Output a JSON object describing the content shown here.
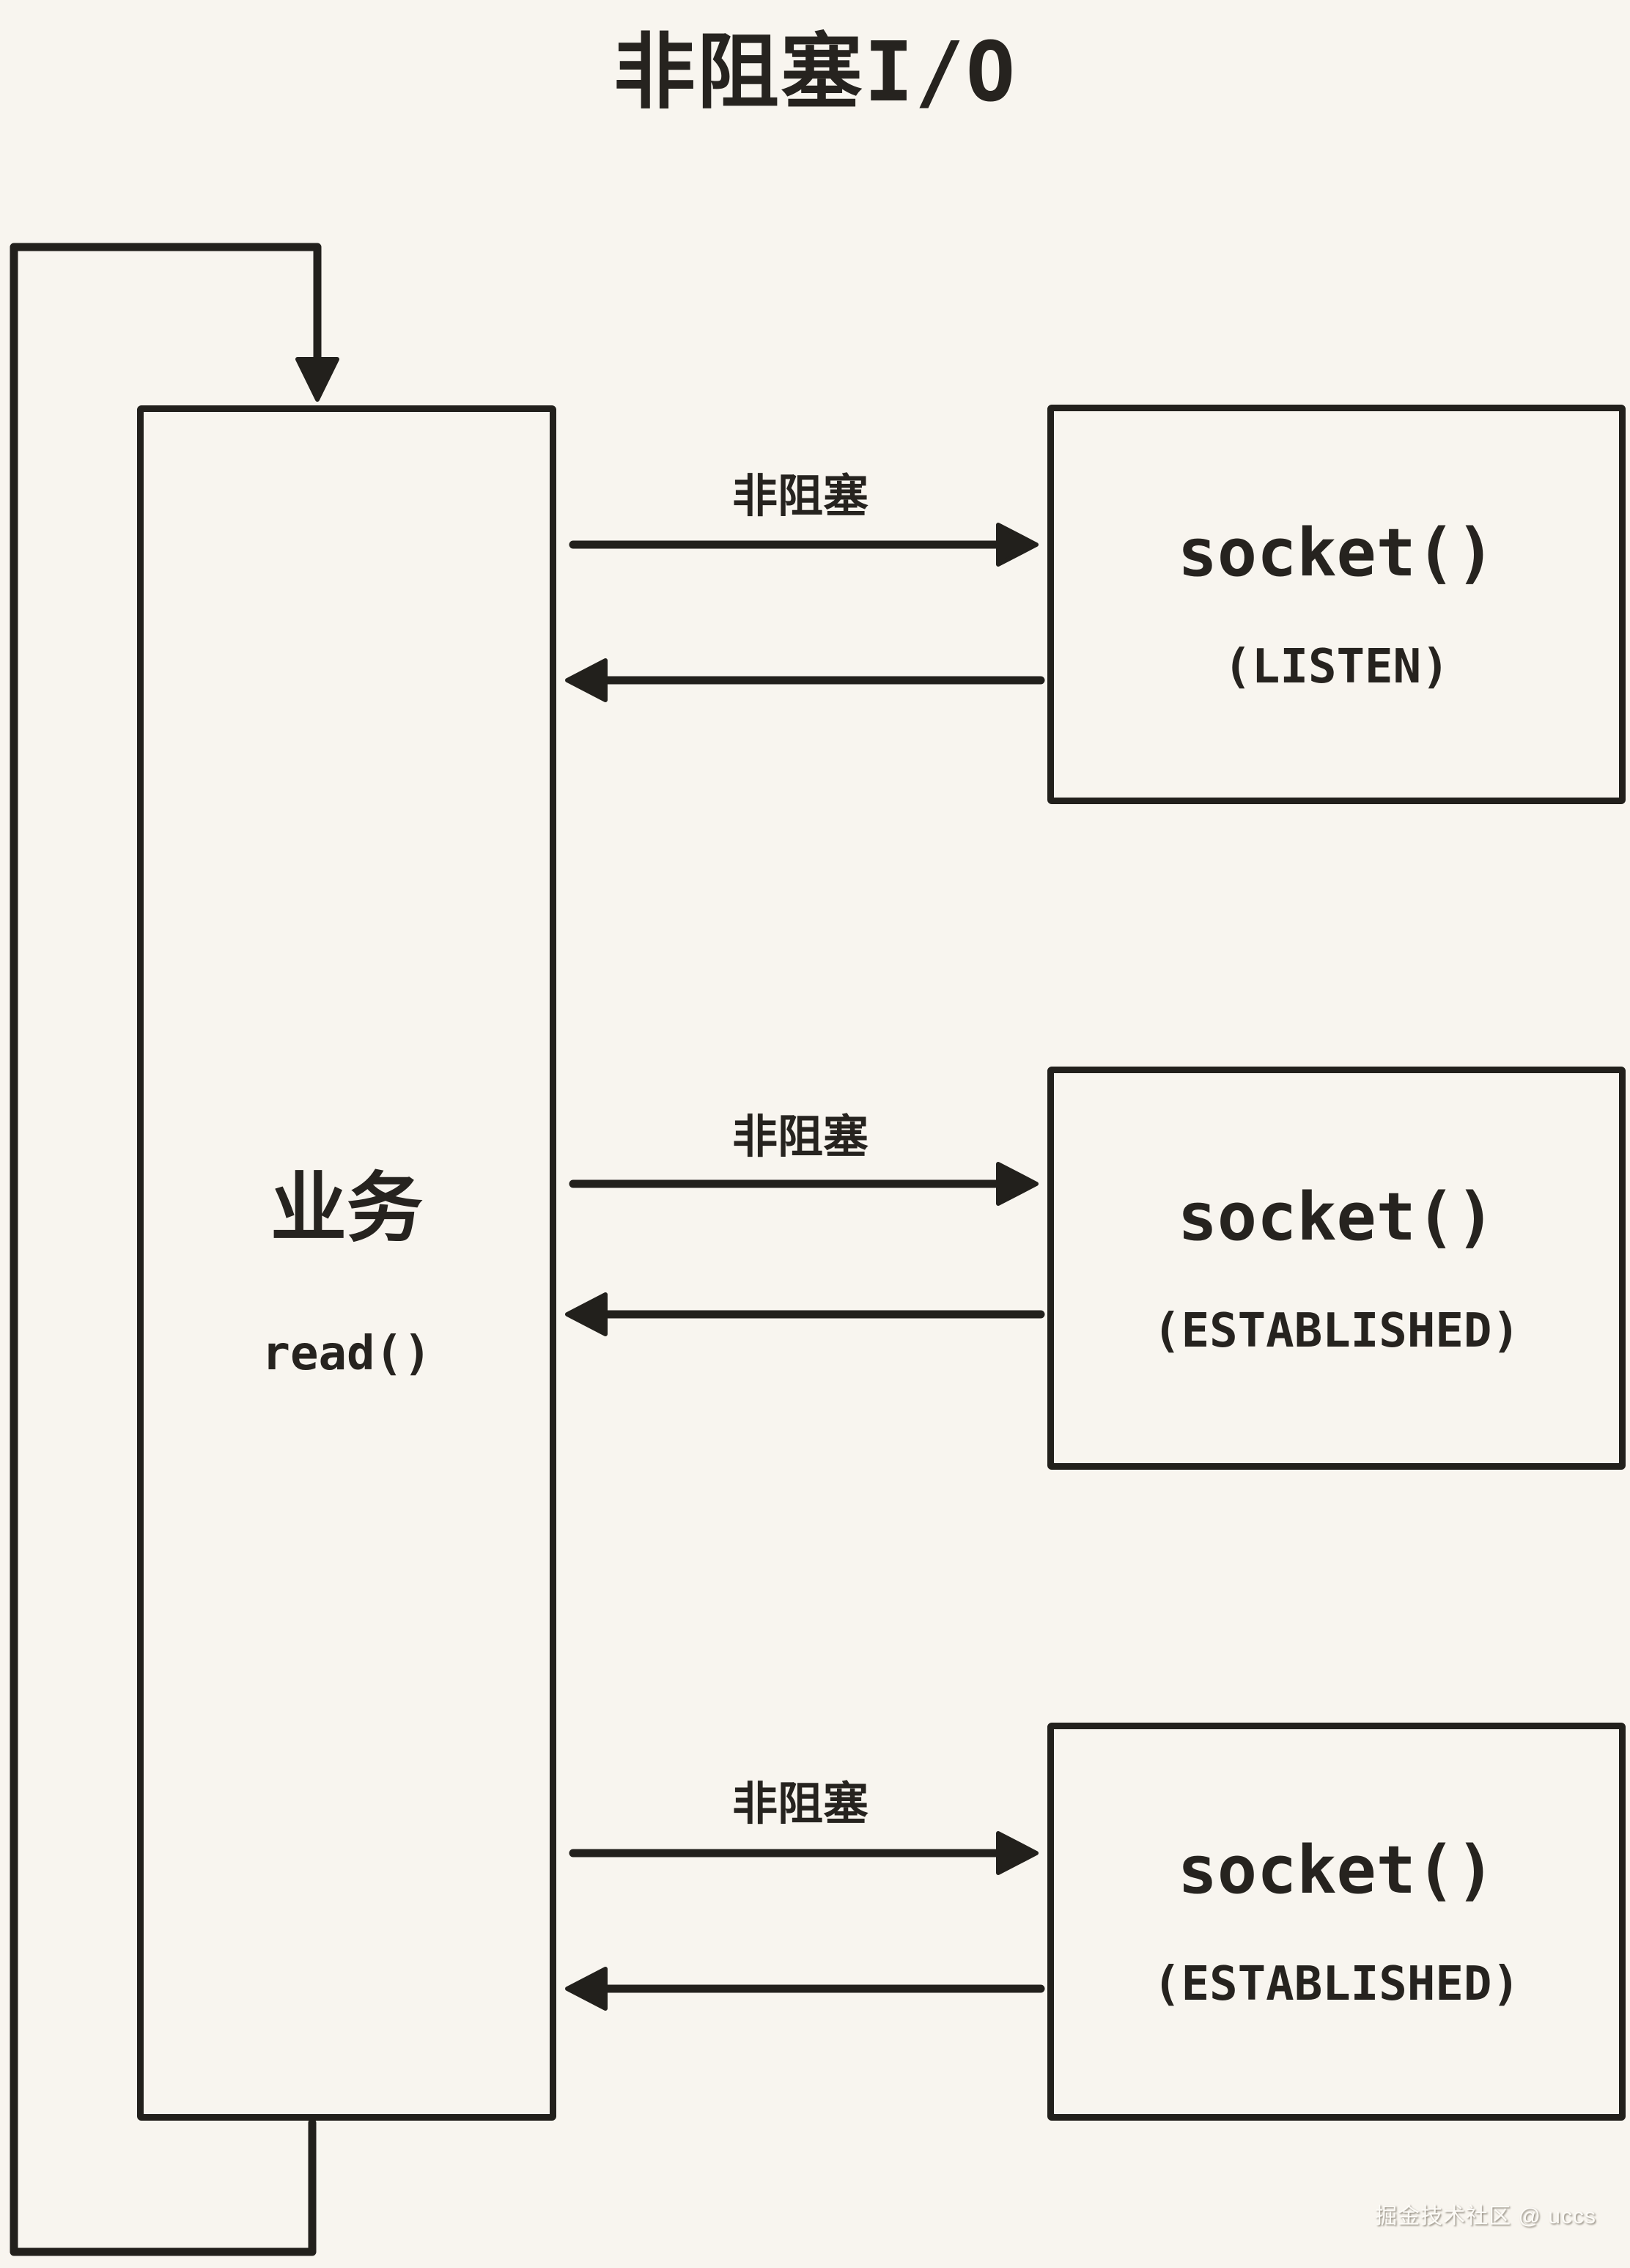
{
  "title": "非阻塞I/O",
  "worker": {
    "label": "业务",
    "sublabel": "read()"
  },
  "connections": [
    {
      "label": "非阻塞",
      "socket": {
        "name": "socket()",
        "state": "(LISTEN)"
      }
    },
    {
      "label": "非阻塞",
      "socket": {
        "name": "socket()",
        "state": "(ESTABLISHED)"
      }
    },
    {
      "label": "非阻塞",
      "socket": {
        "name": "socket()",
        "state": "(ESTABLISHED)"
      }
    }
  ],
  "watermark": "掘金技术社区 @ uccs",
  "colors": {
    "background": "#f8f5ef",
    "stroke": "#22201c"
  }
}
